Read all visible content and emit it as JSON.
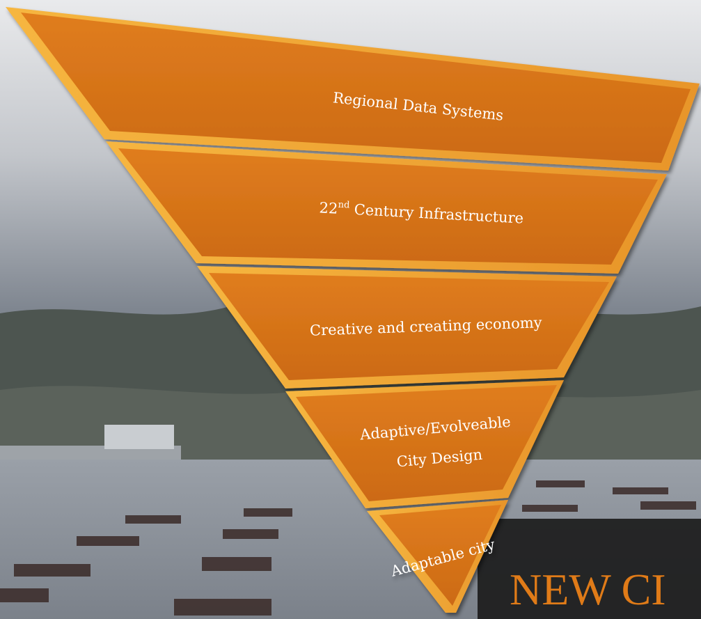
{
  "diagram": {
    "levels": [
      {
        "label": "Regional Data Systems"
      },
      {
        "label": "22",
        "sup": "nd",
        "label_rest": " Century Infrastructure"
      },
      {
        "label": "Creative and creating economy"
      },
      {
        "label_line1": "Adaptive/Evolveable",
        "label_line2": "City Design"
      },
      {
        "label": "Adaptable city"
      }
    ]
  },
  "title_banner": {
    "text": "NEW CI"
  },
  "colors": {
    "level_fill": "#d9731a",
    "bevel": "#f2a93a",
    "title": "#e07b18"
  }
}
